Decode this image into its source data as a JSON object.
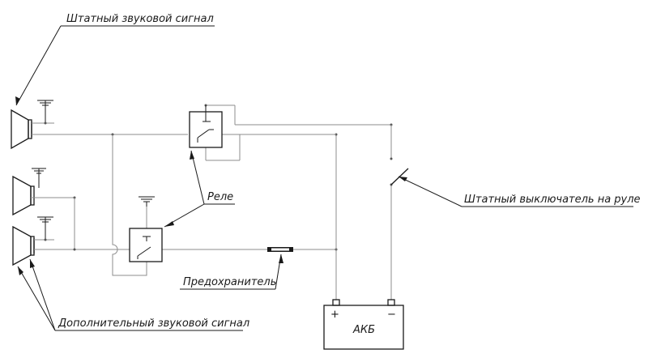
{
  "labels": {
    "stock_horn": "Штатный звуковой сигнал",
    "relay": "Реле",
    "steering_switch": "Штатный выключатель на руле",
    "fuse": "Предохранитель",
    "additional_horn": "Дополнительный звуковой сигнал",
    "battery": "АКБ",
    "battery_plus": "+",
    "battery_minus": "−"
  }
}
